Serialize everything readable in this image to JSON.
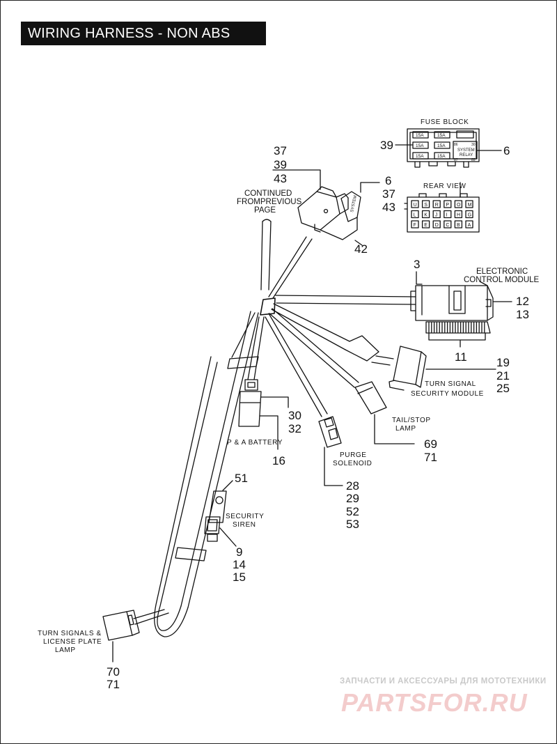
{
  "title": "WIRING HARNESS - NON ABS",
  "labels": {
    "fuse_block": "FUSE BLOCK",
    "rear_view": "REAR VIEW",
    "continued_1": "CONTINUED",
    "continued_2": "FROMPREVIOUS",
    "continued_3": "PAGE",
    "ecm_1": "ELECTRONIC",
    "ecm_2": "CONTROL MODULE",
    "tsm_1": "TURN SIGNAL",
    "tsm_2": "SECURITY MODULE",
    "tail_1": "TAIL/STOP",
    "tail_2": "LAMP",
    "pa_battery": "P & A BATTERY",
    "purge_1": "PURGE",
    "purge_2": "SOLENOID",
    "siren_1": "SECURITY",
    "siren_2": "SIREN",
    "turn_1": "TURN  SIGNALS  &",
    "turn_2": "LICENSE PLATE",
    "turn_3": "LAMP"
  },
  "fuse_block": {
    "fuses": [
      "15A",
      "15A",
      "15A",
      "15A",
      "15A",
      "15A"
    ],
    "relay_1": "SYSTEM",
    "relay_2": "RELAY",
    "pin_86": "86",
    "pin_30": "30",
    "pin_87": "87",
    "pin_85": "85",
    "connector_text": "SYSTEM"
  },
  "rear_view_cells": [
    "U",
    "S",
    "R",
    "P",
    "O",
    "M",
    "L",
    "K",
    "J",
    "I",
    "H",
    "G",
    "F",
    "E",
    "D",
    "C",
    "B",
    "A"
  ],
  "callouts": {
    "c_37a": "37",
    "c_39a": "39",
    "c_43a": "43",
    "c_6a": "6",
    "c_37b": "37",
    "c_43b": "43",
    "c_39b": "39",
    "c_6b": "6",
    "c_42": "42",
    "c_3": "3",
    "c_12": "12",
    "c_13": "13",
    "c_11": "11",
    "c_19": "19",
    "c_21": "21",
    "c_25": "25",
    "c_69": "69",
    "c_71a": "71",
    "c_30": "30",
    "c_32": "32",
    "c_16": "16",
    "c_28": "28",
    "c_29": "29",
    "c_52": "52",
    "c_53": "53",
    "c_51": "51",
    "c_9": "9",
    "c_14": "14",
    "c_15": "15",
    "c_70": "70",
    "c_71b": "71"
  },
  "watermark": {
    "line1": "ЗАПЧАСТИ И АКСЕССУАРЫ ДЛЯ МОТОТЕХНИКИ",
    "line2": "PARTSFOR.RU"
  }
}
